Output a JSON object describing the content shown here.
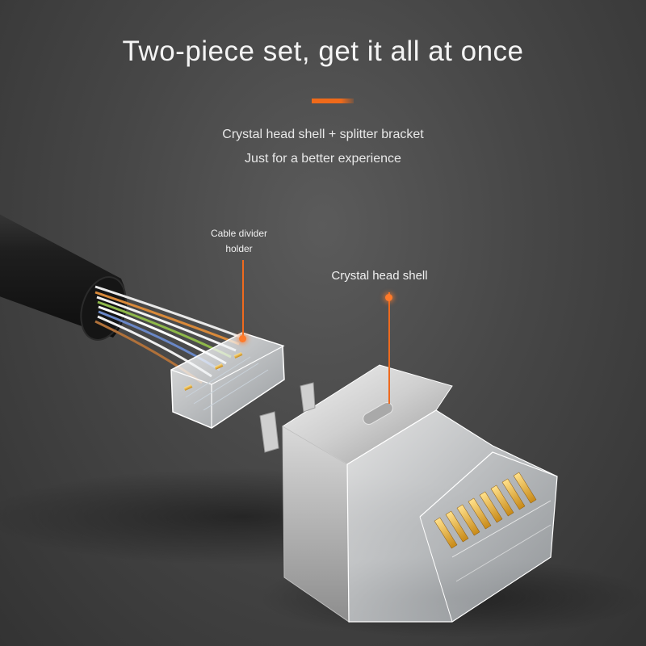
{
  "header": {
    "title": "Two-piece set, get it all at once",
    "subtitle_line1": "Crystal head shell + splitter bracket",
    "subtitle_line2": "Just for a better experience"
  },
  "callouts": {
    "divider_label_line1": "Cable divider",
    "divider_label_line2": "holder",
    "shell_label": "Crystal head shell"
  },
  "colors": {
    "accent": "#f06a1a",
    "background": "#474747",
    "text": "#f4f4f4"
  }
}
